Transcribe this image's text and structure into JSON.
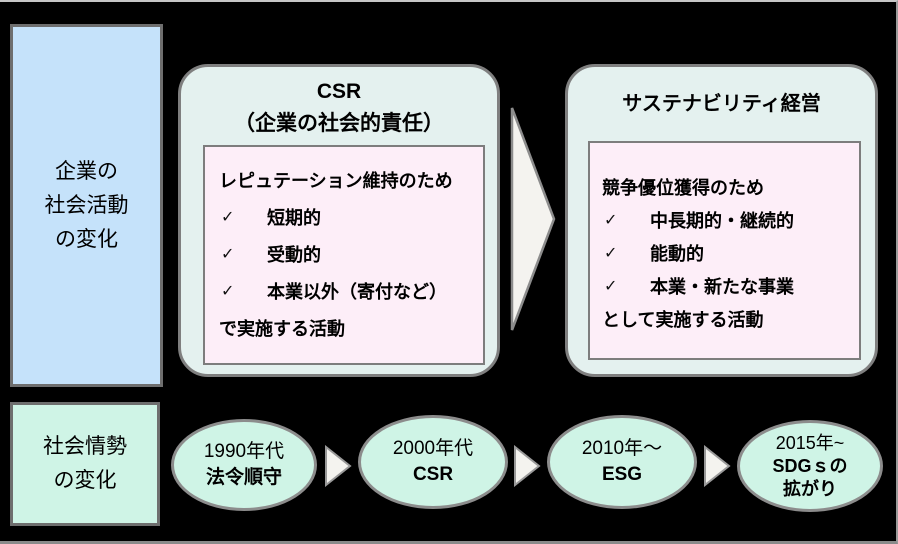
{
  "labels": {
    "corporate_activity_lines": [
      "企業の",
      "社会活動",
      "の変化"
    ],
    "social_trend_lines": [
      "社会情勢",
      "の変化"
    ]
  },
  "csr": {
    "title": "CSR",
    "subtitle": "（企業の社会的責任）",
    "lead": "レピュテーション維持のため",
    "items": [
      "短期的",
      "受動的",
      "本業以外（寄付など）"
    ],
    "tail": "で実施する活動"
  },
  "sustainability": {
    "title": "サステナビリティ経営",
    "lead": "競争優位獲得のため",
    "items": [
      "中長期的・継続的",
      "能動的",
      "本業・新たな事業"
    ],
    "tail": "として実施する活動"
  },
  "timeline": [
    {
      "era": "1990年代",
      "label": "法令順守"
    },
    {
      "era": "2000年代",
      "label": "CSR"
    },
    {
      "era": "2010年～",
      "label": "ESG"
    },
    {
      "era": "2015年~",
      "label": "SDGｓの",
      "label2": "拡がり"
    }
  ],
  "glyphs": {
    "check": "✓",
    "arrow": "right-triangle"
  },
  "colors": {
    "background": "#000000",
    "blue_fill": "#c5e2fa",
    "mint_fill": "#cff4e6",
    "panel_fill": "#e4f1ef",
    "pink_fill": "#fdeef8",
    "arrow_fill": "#f4f3ef",
    "border_dark": "#6e6e6e",
    "border_gray": "#8a8a8a"
  }
}
